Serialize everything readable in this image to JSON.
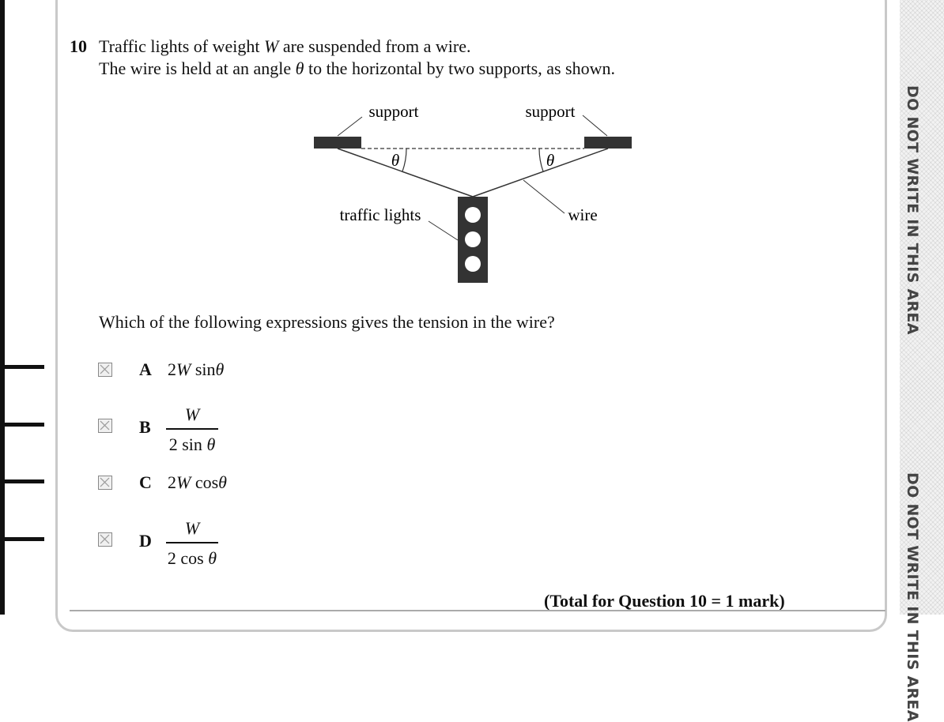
{
  "question": {
    "number": "10",
    "line1_pre": "Traffic lights of weight ",
    "line1_var": "W",
    "line1_post": " are suspended from a wire.",
    "line2_pre": "The wire is held at an angle ",
    "line2_var": "θ",
    "line2_post": " to the horizontal by two supports, as shown."
  },
  "diagram": {
    "support_left": "support",
    "support_right": "support",
    "angle_left": "θ",
    "angle_right": "θ",
    "traffic_lights": "traffic lights",
    "wire": "wire"
  },
  "prompt": "Which of the following expressions gives the tension in the wire?",
  "options": [
    {
      "letter": "A",
      "coef": "2",
      "var": "W",
      "func": " sin",
      "angle": "θ"
    },
    {
      "letter": "B",
      "num": "W",
      "den_coef": "2",
      "den_func": "sin",
      "den_angle": "θ"
    },
    {
      "letter": "C",
      "coef": "2",
      "var": "W",
      "func": " cos",
      "angle": "θ"
    },
    {
      "letter": "D",
      "num": "W",
      "den_coef": "2",
      "den_func": "cos",
      "den_angle": "θ"
    }
  ],
  "total": "(Total for Question 10 = 1 mark)",
  "margin_notice": "DO NOT WRITE IN THIS AREA",
  "margin_notice_2": "DO NOT WRITE IN THIS AREA"
}
